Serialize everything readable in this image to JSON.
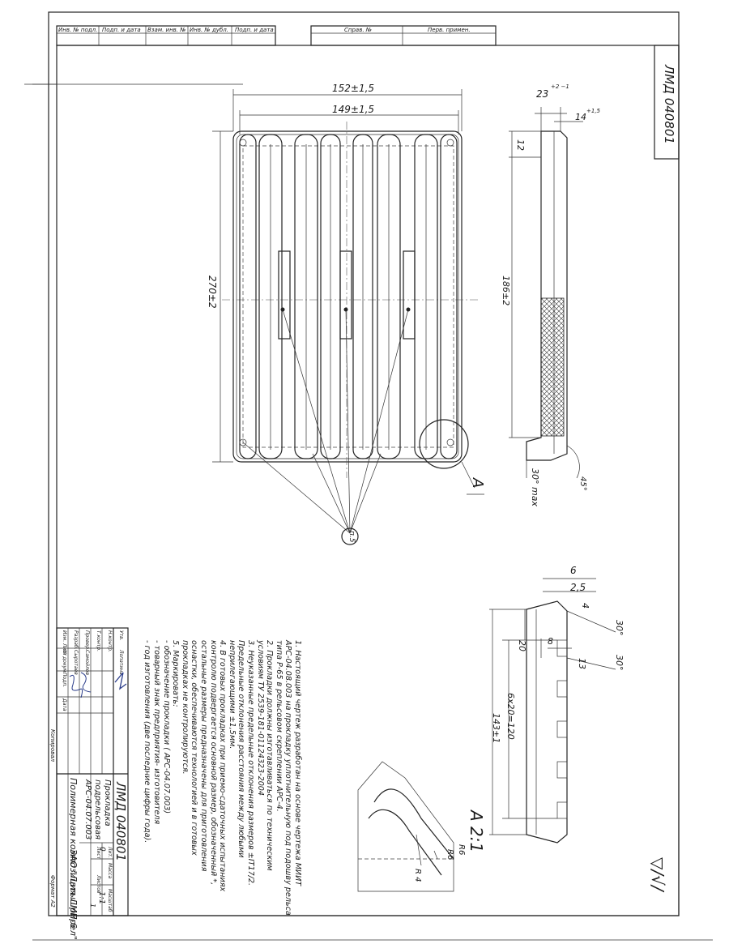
{
  "top_strip": {
    "cells": [
      "Инв. № подл.",
      "Подп. и дата",
      "Взам. инв. №",
      "Инв. № дубл.",
      "Подп. и дата"
    ],
    "sprav": "Справ. №",
    "perv": "Перв. примен."
  },
  "drawing_code_top": "ЛМД 040801",
  "dims": {
    "w_outer": "152±1,5",
    "w_inner": "149±1,5",
    "length": "270±2",
    "side_thickness": "23",
    "side_thickness_tol": "+2 −1",
    "side_14": "14",
    "side_14_tol": "+1,5",
    "side_12": "12",
    "side_186": "186±2",
    "angle_30max": "30° max",
    "angle_45": "45°",
    "callout_A": "А",
    "item_n5": "п.5",
    "d6": "6",
    "d25": "2,5",
    "d4": "4",
    "d30a": "30°",
    "d30b": "30°",
    "d8": "8",
    "d13": "13",
    "d20": "20",
    "d6x20": "6х20=120",
    "d143": "143±1",
    "scale_label": "А 2:1",
    "r6a": "R6",
    "r6b": "R6",
    "r4": "R 4"
  },
  "notes": [
    "1. Настоящий чертеж разработан на основе чертежа МИИТ",
    "АРС-04.08.003 на прокладку уплотнительную под подошву рельса",
    "типа Р-65 в рельсовом скреплении АРС-4.",
    "2. Прокладки должны изготавливаться по техническим",
    "условиям ТУ 2539-181-01124323-2004",
    "3. Неуказанные предельные отклонения размеров ±IT17/2.",
    "Предельные отклонения расстояния между любыми",
    "неприлегающими ±1,5мм.",
    "4. В готовых прокладках при приемо-сдаточных испытаниях",
    "контролю подвергается основной размер, обозначенный *,",
    "остальные размеры предназначены для приготовления",
    "оснастки, обеспечиваются технологией и в готовых",
    "прокладках не контролируются.",
    "5. Маркировать:",
    "- обозначение прокладки ( АРС-04.07.003)",
    "- товарный знак предприятия- изготовителя",
    "- год изготовления (две последние цифры года)."
  ],
  "title_block": {
    "code": "ЛМД 040801",
    "name_lines": [
      "Прокладка",
      "подрельсовая",
      "АРС-04.07.003"
    ],
    "lit_hdr": "Лит.",
    "mass_hdr": "Масса",
    "scale_hdr": "Масштаб",
    "lit_val": "0",
    "scale_val": "1:1",
    "sheet_label": "Лист",
    "sheets_label": "Листов",
    "sheets_val": "1",
    "material": "Полимерная композиция ЛМП-6",
    "company": "ЗАО \"Латышрирел\"",
    "rows": [
      "Изм. Лист",
      "Разраб.",
      "Провер.",
      "Т.контр.",
      "",
      "Н.контр.",
      "Утв."
    ],
    "names": [
      "",
      "Сыротаев",
      "Самойлов",
      "",
      "",
      "",
      "Лопатина"
    ],
    "col_hdr": [
      "№ докум.",
      "Подп.",
      "Дата"
    ],
    "kopiroval": "Копировал",
    "format": "Формат А2"
  },
  "side_mark": "▽/√/"
}
